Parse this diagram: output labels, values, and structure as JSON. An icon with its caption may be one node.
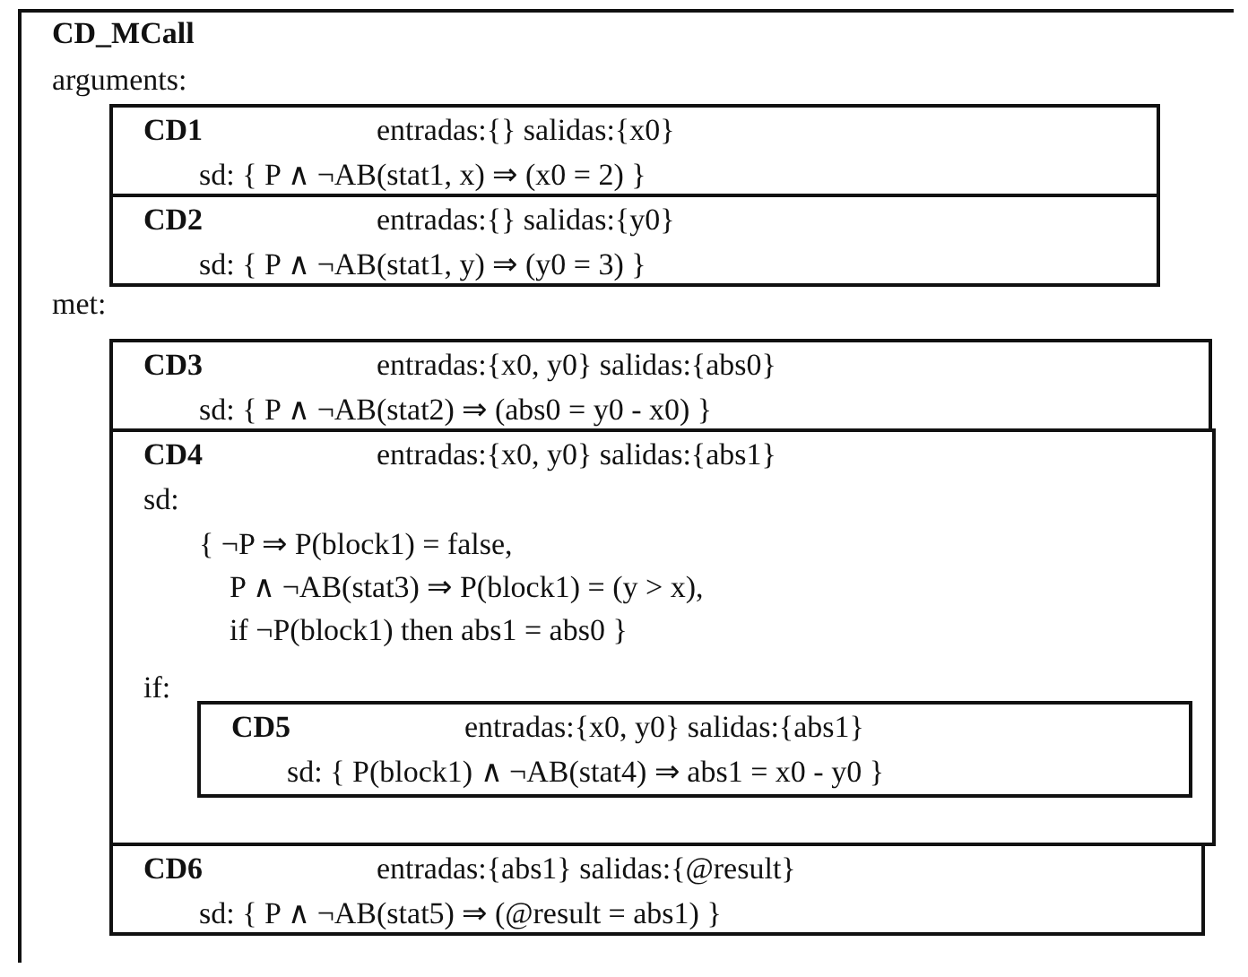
{
  "diagram": {
    "nodes": [
      {
        "text": [
          "CD_MCall",
          "arguments:",
          "met:"
        ]
      },
      {
        "text": [
          "CD1",
          "entradas:{} salidas:{x0}",
          "sd: { P ∧ ¬AB(stat1, x) ⇒ (x0 = 2) }"
        ],
        "in": 0
      },
      {
        "text": [
          "CD2",
          "entradas:{} salidas:{y0}",
          "sd: { P ∧ ¬AB(stat1, y) ⇒ (y0 = 3) }"
        ],
        "in": 0
      },
      {
        "text": [
          "CD3",
          "entradas:{x0, y0} salidas:{abs0}",
          "sd: { P ∧ ¬AB(stat2) ⇒ (abs0 = y0 - x0) }"
        ],
        "in": 0
      },
      {
        "text": [
          "CD4",
          "entradas:{x0, y0} salidas:{abs1}",
          "sd:",
          "{ ¬P ⇒ P(block1) = false,",
          "P ∧ ¬AB(stat3) ⇒ P(block1) = (y > x),",
          "if ¬P(block1) then abs1 = abs0 }",
          "if:"
        ],
        "in": 0
      },
      {
        "text": [
          "CD5",
          "entradas:{x0, y0} salidas:{abs1}",
          "sd: { P(block1) ∧ ¬AB(stat4) ⇒ abs1 = x0 - y0 }"
        ],
        "in": 4
      },
      {
        "text": [
          "CD6",
          "entradas:{abs1} salidas:{@result}",
          "sd: { P ∧ ¬AB(stat5) ⇒ (@result = abs1) }"
        ],
        "in": 0
      }
    ]
  }
}
